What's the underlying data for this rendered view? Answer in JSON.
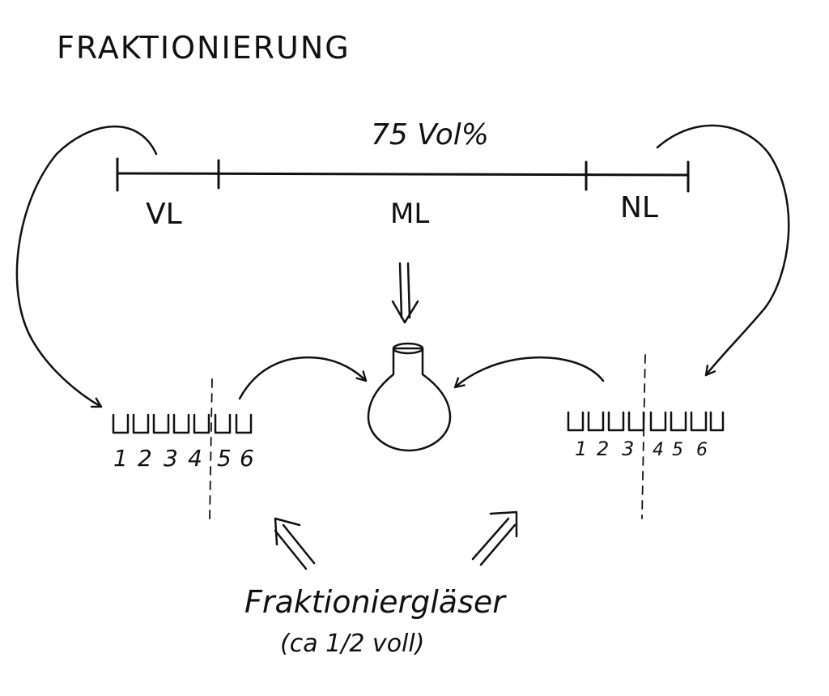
{
  "title": "FRAKTIONIERUNG",
  "total_label": "75 Vol%",
  "segments": {
    "vl": "VL",
    "ml": "ML",
    "nl": "NL"
  },
  "left_glass_numbers": [
    "1",
    "2",
    "3",
    "4",
    "5",
    "6"
  ],
  "right_glass_numbers": [
    "1",
    "2",
    "3",
    "4",
    "5",
    "6"
  ],
  "caption": {
    "line1": "Fraktioniergläser",
    "line2": "(ca 1/2 voll)"
  },
  "colors": {
    "ink": "#111111",
    "paper": "#ffffff"
  }
}
